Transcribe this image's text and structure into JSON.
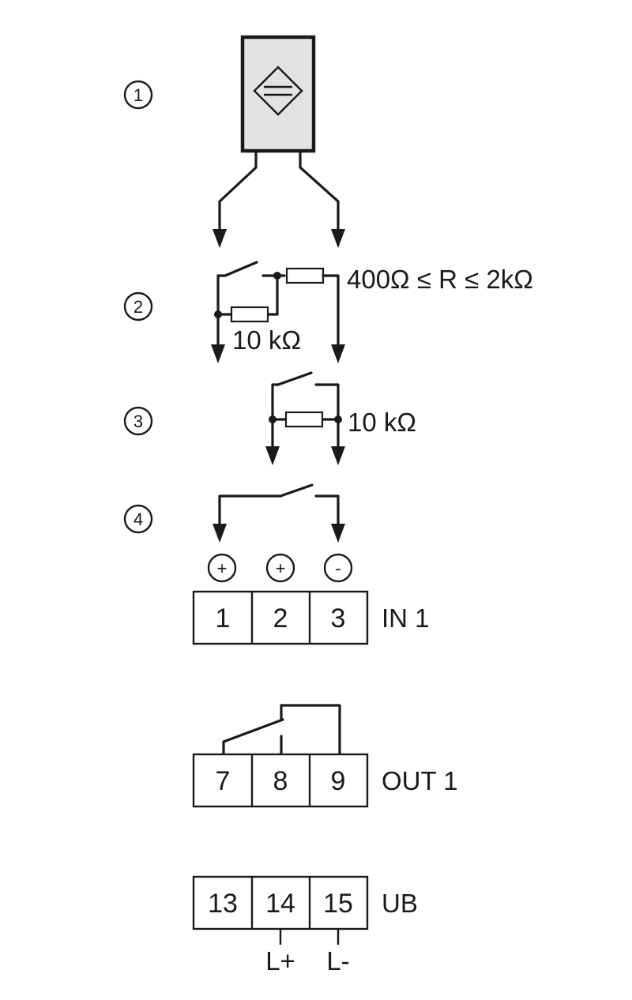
{
  "markers": [
    "1",
    "2",
    "3",
    "4"
  ],
  "resistors": {
    "series_label": "400Ω ≤ R ≤ 2kΩ",
    "parallel_label_2": "10 kΩ",
    "parallel_label_3": "10 kΩ"
  },
  "polarity": [
    "+",
    "+",
    "-"
  ],
  "in_block": {
    "terminals": [
      "1",
      "2",
      "3"
    ],
    "label": "IN 1"
  },
  "out_block": {
    "terminals": [
      "7",
      "8",
      "9"
    ],
    "label": "OUT 1"
  },
  "ub_block": {
    "terminals": [
      "13",
      "14",
      "15"
    ],
    "label": "UB"
  },
  "supply": [
    "L+",
    "L-"
  ],
  "colors": {
    "line": "#1a1a1a",
    "sensor_fill": "#e3e3e3",
    "background": "#ffffff"
  },
  "icons": {
    "sensor": "inductive-proximity-sensor-icon"
  }
}
